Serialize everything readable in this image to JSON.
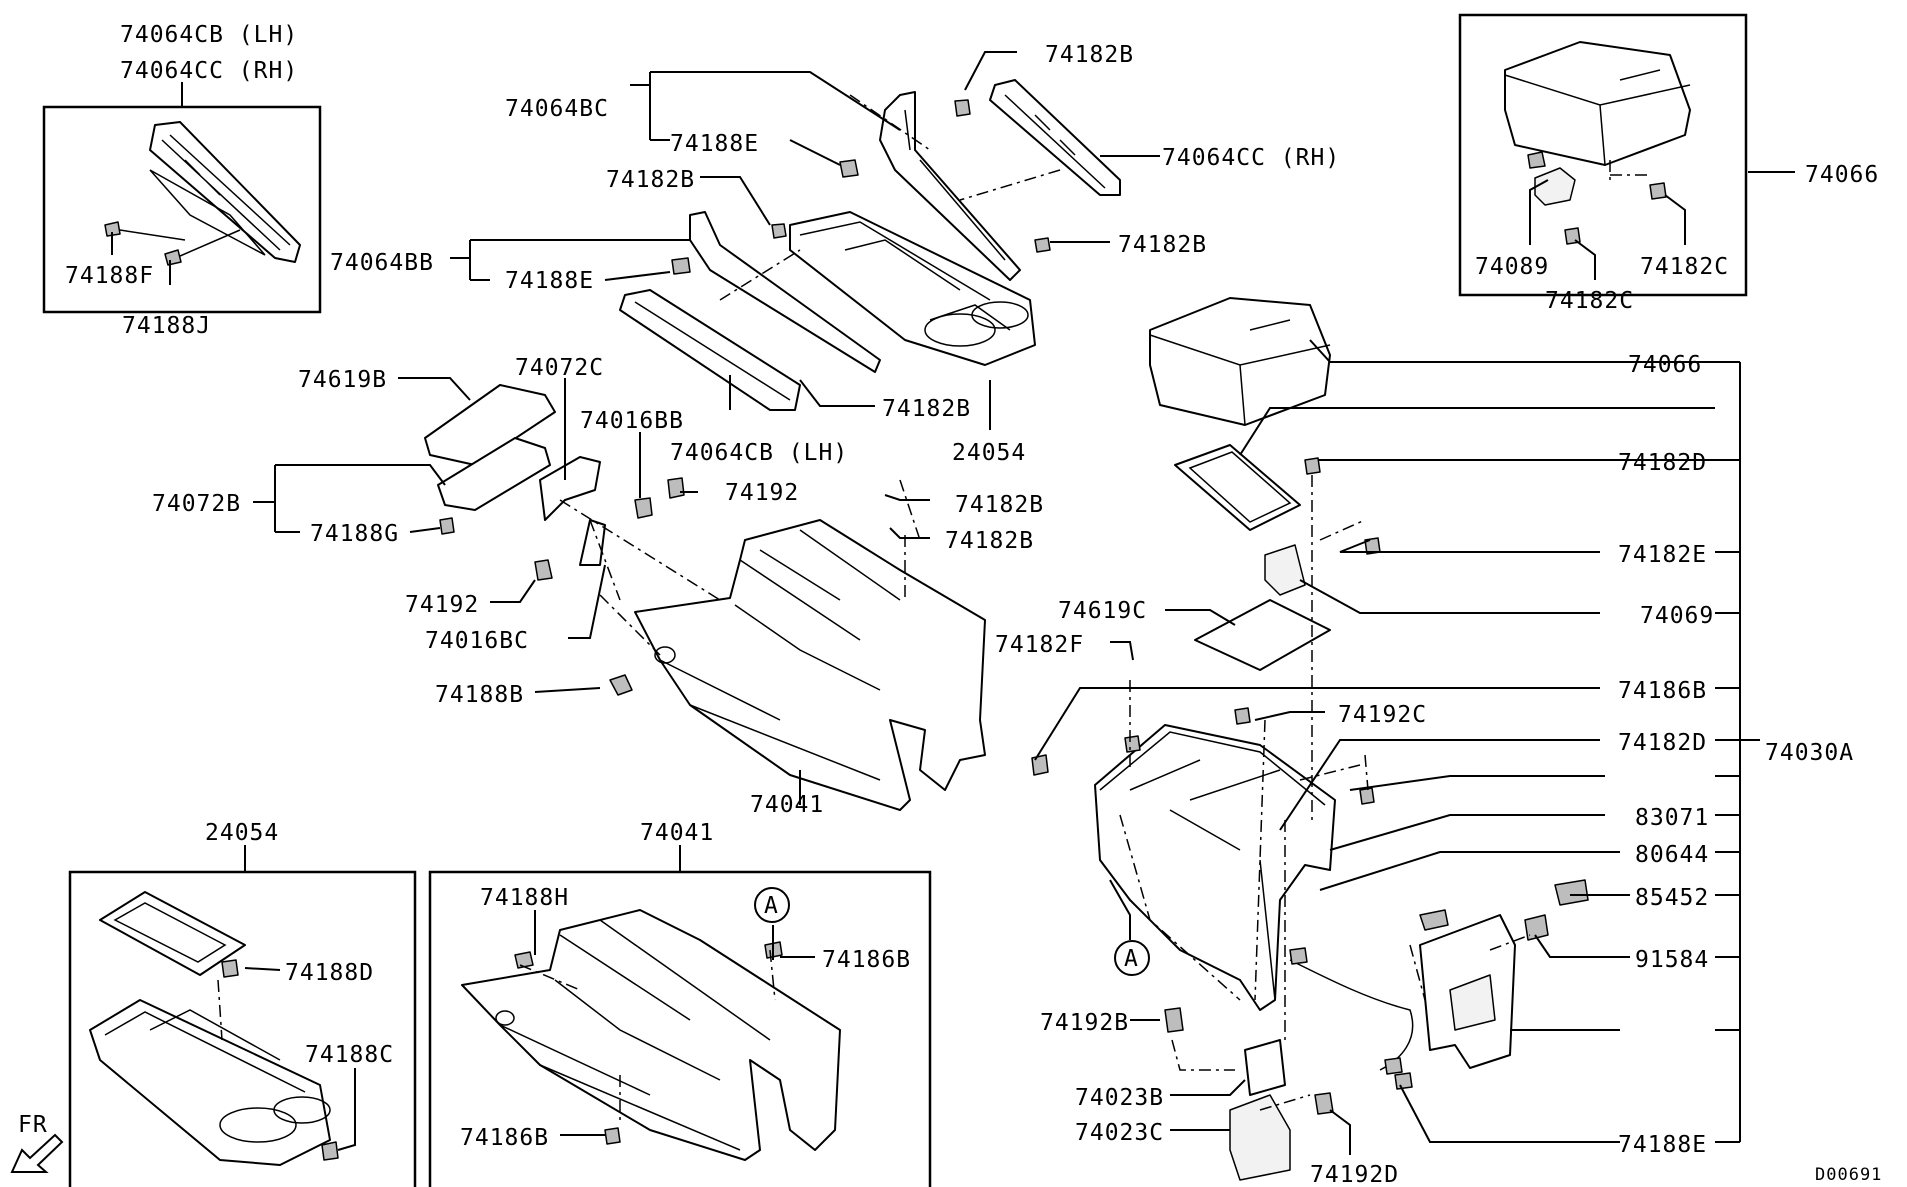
{
  "diagram_code": "D00691",
  "fr_label": "FR",
  "labels": {
    "l_74064CB_LH_a": "74064CB (LH)",
    "l_74064CC_RH_a": "74064CC (RH)",
    "l_74188F": "74188F",
    "l_74188J": "74188J",
    "l_74064BC": "74064BC",
    "l_74188E_a": "74188E",
    "l_74182B_a": "74182B",
    "l_74182B_b": "74182B",
    "l_74064CC_RH_b": "74064CC (RH)",
    "l_74064BB": "74064BB",
    "l_74188E_b": "74188E",
    "l_74182B_c": "74182B",
    "l_74182B_d": "74182B",
    "l_74064CB_LH_b": "74064CB (LH)",
    "l_24054_a": "24054",
    "l_74619B": "74619B",
    "l_74072C": "74072C",
    "l_74016BB": "74016BB",
    "l_74192_a": "74192",
    "l_74072B": "74072B",
    "l_74188G": "74188G",
    "l_74182B_e": "74182B",
    "l_74182B_f": "74182B",
    "l_74192_b": "74192",
    "l_74016BC": "74016BC",
    "l_74188B": "74188B",
    "l_74041_a": "74041",
    "l_74066_a": "74066",
    "l_74089": "74089",
    "l_74182C_a": "74182C",
    "l_74182C_b": "74182C",
    "l_74066_b": "74066",
    "l_74182D_a": "74182D",
    "l_74182E": "74182E",
    "l_74069": "74069",
    "l_74619C": "74619C",
    "l_74182F": "74182F",
    "l_74186B_a": "74186B",
    "l_74192C": "74192C",
    "l_74182D_b": "74182D",
    "l_74030A": "74030A",
    "l_83071": "83071",
    "l_80644": "80644",
    "l_85452": "85452",
    "l_91584": "91584",
    "l_74192B": "74192B",
    "l_74023B": "74023B",
    "l_74023C": "74023C",
    "l_74192D": "74192D",
    "l_74188E_c": "74188E",
    "l_24054_b": "24054",
    "l_74188D": "74188D",
    "l_74188C": "74188C",
    "l_74041_b": "74041",
    "l_74188H": "74188H",
    "l_74186B_b": "74186B",
    "l_74186B_c": "74186B"
  },
  "markers": {
    "a1": "A",
    "a2": "A"
  }
}
